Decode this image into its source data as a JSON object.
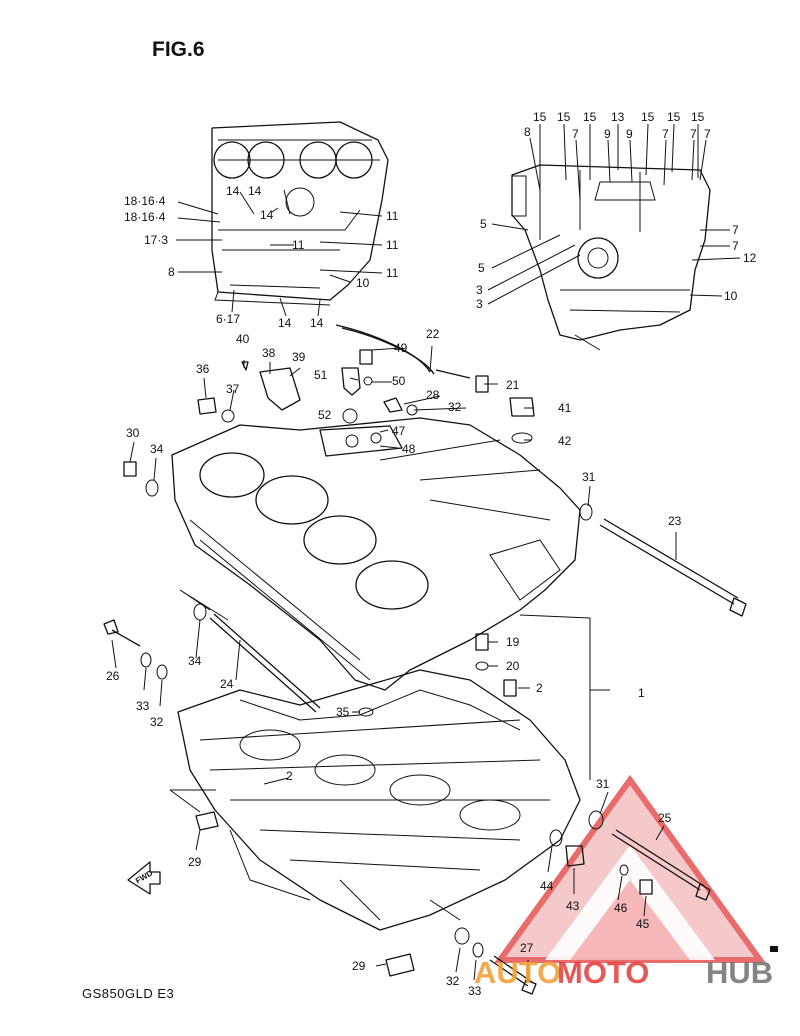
{
  "title": "FIG.6",
  "model_code": "GS850GLD E3",
  "watermark": {
    "auto": "AUTO",
    "moto": "MOTO",
    "hub": "HUB",
    "red": "#e23b3b",
    "orange": "#f2a03a",
    "gray": "#777777"
  },
  "callouts": [
    {
      "text": "15"
    },
    {
      "text": "15"
    },
    {
      "text": "15"
    },
    {
      "text": "13"
    },
    {
      "text": "15"
    },
    {
      "text": "15"
    },
    {
      "text": "15"
    },
    {
      "text": "8"
    },
    {
      "text": "7"
    },
    {
      "text": "9"
    },
    {
      "text": "9"
    },
    {
      "text": "7"
    },
    {
      "text": "7"
    },
    {
      "text": "7"
    },
    {
      "text": "5"
    },
    {
      "text": "7"
    },
    {
      "text": "7"
    },
    {
      "text": "5"
    },
    {
      "text": "12"
    },
    {
      "text": "3"
    },
    {
      "text": "3"
    },
    {
      "text": "10"
    },
    {
      "text": "14"
    },
    {
      "text": "14"
    },
    {
      "text": "14"
    },
    {
      "text": "18·16·4"
    },
    {
      "text": "18·16·4"
    },
    {
      "text": "11"
    },
    {
      "text": "17·3"
    },
    {
      "text": "11"
    },
    {
      "text": "11"
    },
    {
      "text": "8"
    },
    {
      "text": "11"
    },
    {
      "text": "10"
    },
    {
      "text": "6·17"
    },
    {
      "text": "14"
    },
    {
      "text": "14"
    },
    {
      "text": "40"
    },
    {
      "text": "38"
    },
    {
      "text": "39"
    },
    {
      "text": "49"
    },
    {
      "text": "22"
    },
    {
      "text": "36"
    },
    {
      "text": "51"
    },
    {
      "text": "50"
    },
    {
      "text": "21"
    },
    {
      "text": "37"
    },
    {
      "text": "28"
    },
    {
      "text": "32"
    },
    {
      "text": "41"
    },
    {
      "text": "52"
    },
    {
      "text": "47"
    },
    {
      "text": "42"
    },
    {
      "text": "48"
    },
    {
      "text": "30"
    },
    {
      "text": "34"
    },
    {
      "text": "31"
    },
    {
      "text": "23"
    },
    {
      "text": "19"
    },
    {
      "text": "20"
    },
    {
      "text": "2"
    },
    {
      "text": "1"
    },
    {
      "text": "34"
    },
    {
      "text": "26"
    },
    {
      "text": "24"
    },
    {
      "text": "33"
    },
    {
      "text": "32"
    },
    {
      "text": "35"
    },
    {
      "text": "2"
    },
    {
      "text": "31"
    },
    {
      "text": "25"
    },
    {
      "text": "29"
    },
    {
      "text": "44"
    },
    {
      "text": "43"
    },
    {
      "text": "46"
    },
    {
      "text": "45"
    },
    {
      "text": "27"
    },
    {
      "text": "29"
    },
    {
      "text": "32"
    },
    {
      "text": "33"
    }
  ]
}
